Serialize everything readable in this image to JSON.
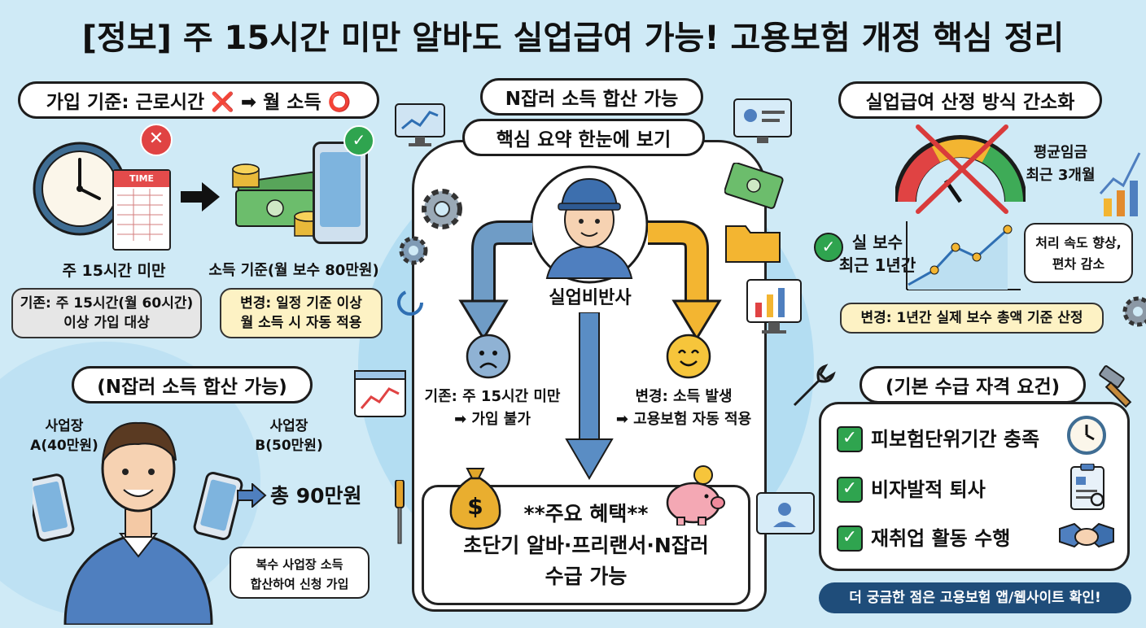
{
  "title": "[정보] 주 15시간 미만 알바도 실업급여 가능! 고용보험 개정 핵심 정리",
  "left_top": {
    "header": "가입 기준: 근로시간 ❌ ➡ 월 소득 ⭕",
    "clock_label": "TIME",
    "under15_label": "주 15시간 미만",
    "income_label": "소득 기준(월 보수 80만원)",
    "old_box": "기존: 주 15시간(월 60시간)\n이상 가입 대상",
    "new_box": "변경: 일정 기준 이상\n월 소득 시 자동 적용"
  },
  "center": {
    "header": "N잡러 소득 합산 가능",
    "subheader": "핵심 요약 한눈에 보기",
    "person_label": "실업비반사",
    "old_text": "기존: 주 15시간 미만\n➡ 가입 불가",
    "new_text": "변경: 소득 발생\n➡ 고용보험 자동 적용",
    "benefit_title": "**주요 혜택**",
    "benefit_text": "초단기 알바·프리랜서·N잡러\n수급 가능",
    "dollar_symbol": "$"
  },
  "left_bottom": {
    "header": "(N잡러 소득 합산 가능)",
    "site_a": "사업장\nA(40만원)",
    "site_b": "사업장\nB(50만원)",
    "total": "총 90만원",
    "bubble": "복수 사업장 소득\n합산하여 신청 가입"
  },
  "right_top": {
    "header": "실업급여 산정 방식 간소화",
    "avg_wage": "평균임금\n최근 3개월",
    "actual_pay": "실 보수\n최근 1년간",
    "speech": "처리 속도 향상,\n편차 감소",
    "change_box": "변경: 1년간 실제 보수 총액 기준 산정"
  },
  "right_bottom": {
    "header": "(기본 수급 자격 요건)",
    "items": [
      "피보험단위기간 충족",
      "비자발적 퇴사",
      "재취업 활동 수행"
    ],
    "check_mark": "✓"
  },
  "footer": "더 궁금한 점은 고용보험 앱/웹사이트 확인!",
  "colors": {
    "background": "#cfeaf6",
    "check_green": "#2fa44f",
    "arrow_blue": "#6f9cc6",
    "arrow_yellow": "#f3b531",
    "footer_bg": "#1f4d7a"
  }
}
